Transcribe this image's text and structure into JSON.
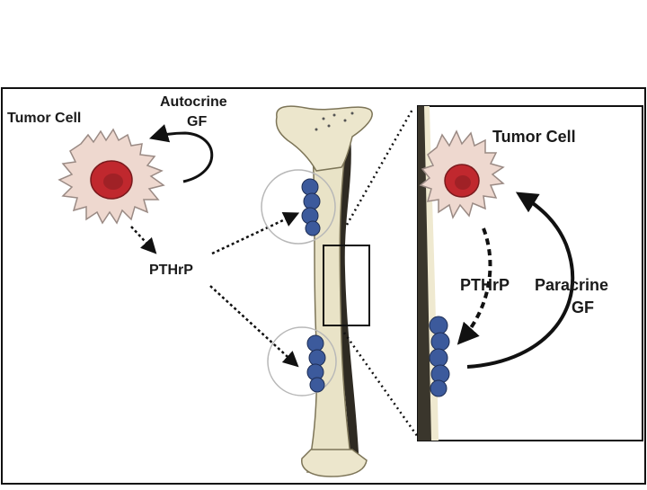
{
  "labels": {
    "tumor_cell_left": "Tumor Cell",
    "autocrine_line1": "Autocrine",
    "autocrine_line2": "GF",
    "pthrp_left": "PTHrP",
    "tumor_cell_inset": "Tumor Cell",
    "pthrp_inset": "PTHrP",
    "paracrine_line1": "Paracrine",
    "paracrine_line2": "GF"
  },
  "colors": {
    "cell_body": "#eed8cf",
    "cell_outline": "#9a8a84",
    "nucleus": "#c0282e",
    "bone": "#e9e3c7",
    "bone_shadow": "#2e2a22",
    "osteoclast": "#3c5a9c",
    "frame": "#111111"
  }
}
